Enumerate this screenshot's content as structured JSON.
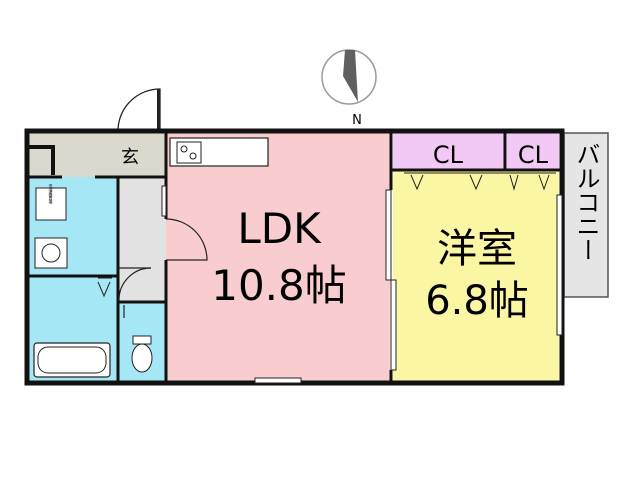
{
  "colors": {
    "ldk": "#f9cdd0",
    "bedroom": "#fbf6a3",
    "closet": "#f2c9f5",
    "wet_area": "#a5e7f4",
    "entrance": "#dbd8cd",
    "hall": "#e2e2e2",
    "balcony": "#e5e5e5",
    "wall": "#111111"
  },
  "compass": {
    "label": "N",
    "icon": "north-arrow-icon"
  },
  "rooms": {
    "ldk": {
      "name": "LDK",
      "size": "10.8帖"
    },
    "bedroom": {
      "name": "洋室",
      "size": "6.8帖"
    },
    "closet_left": {
      "label": "CL"
    },
    "closet_right": {
      "label": "CL"
    },
    "entrance": {
      "label": "玄"
    },
    "balcony": {
      "label": "バルコニー"
    },
    "washer": {
      "label": "洗濯機置場"
    }
  }
}
